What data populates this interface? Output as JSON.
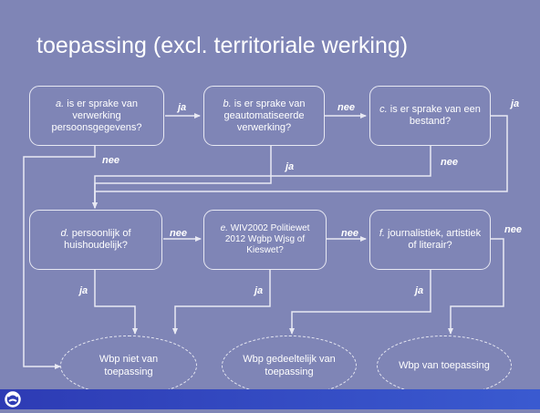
{
  "slide": {
    "title": "toepassing (excl. territoriale werking)"
  },
  "questions": [
    {
      "letter": "a.",
      "text": "is er sprake van verwerking persoonsgegevens?"
    },
    {
      "letter": "b.",
      "text": "is er sprake van geautomatiseerde verwerking?"
    },
    {
      "letter": "c.",
      "text": "is er sprake van een bestand?"
    },
    {
      "letter": "d.",
      "text": "persoonlijk of huishoudelijk?"
    },
    {
      "letter": "e.",
      "text": "WIV2002 Politiewet 2012 Wgbp Wjsg of Kieswet?"
    },
    {
      "letter": "f.",
      "text": "journalistiek, artistiek of literair?"
    }
  ],
  "outcomes": [
    "Wbp niet van toepassing",
    "Wbp gedeeltelijk van toepassing",
    "Wbp van toepassing"
  ],
  "edge_labels": {
    "a_b": "ja",
    "b_c": "nee",
    "c_d": "ja",
    "a_out1": "nee",
    "b_d": "ja",
    "c_d2": "nee",
    "d_e": "nee",
    "e_f": "nee",
    "f_out3": "nee",
    "d_out1": "ja",
    "e_out1": "ja",
    "f_out2": "ja"
  },
  "colors": {
    "background": "#7f85b6",
    "line": "#e8e9f3",
    "footer": "#2d3bb4"
  },
  "icons": [
    "logo-icon"
  ]
}
